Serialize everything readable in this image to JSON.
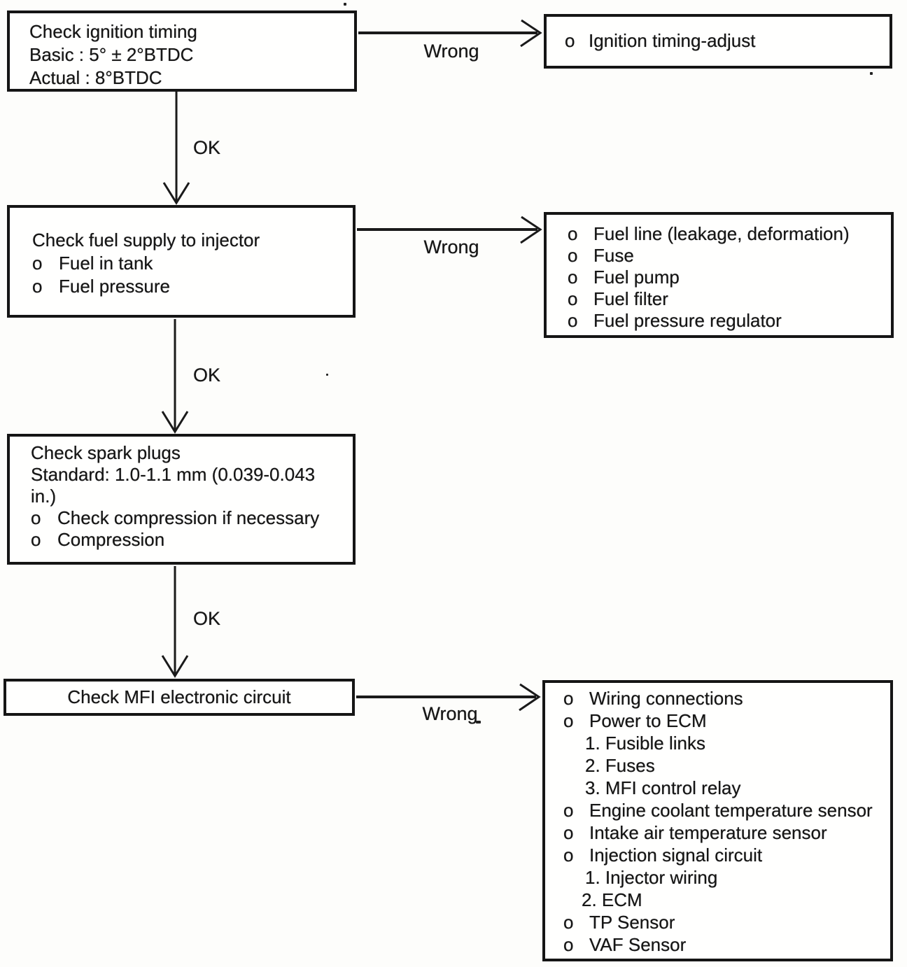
{
  "boxes": {
    "ignition": {
      "lines": [
        {
          "text": "Check ignition timing"
        },
        {
          "text": "Basic : 5° ± 2°BTDC"
        },
        {
          "text": "Actual : 8°BTDC"
        }
      ]
    },
    "ignition_fix": {
      "lines": [
        {
          "bullet": "o",
          "text": "Ignition timing-adjust"
        }
      ]
    },
    "fuel": {
      "lines": [
        {
          "text": "Check fuel supply to injector"
        },
        {
          "bullet": "o",
          "text": "Fuel in tank"
        },
        {
          "bullet": "o",
          "text": "Fuel pressure"
        }
      ]
    },
    "fuel_fix": {
      "lines": [
        {
          "bullet": "o",
          "text": "Fuel line (leakage, deformation)"
        },
        {
          "bullet": "o",
          "text": "Fuse"
        },
        {
          "bullet": "o",
          "text": "Fuel pump"
        },
        {
          "bullet": "o",
          "text": "Fuel filter"
        },
        {
          "bullet": "o",
          "text": "Fuel pressure regulator"
        }
      ]
    },
    "spark": {
      "lines": [
        {
          "text": "Check spark plugs"
        },
        {
          "text": "Standard: 1.0-1.1 mm (0.039-0.043 in.)"
        },
        {
          "bullet": "o",
          "text": "Check compression if necessary"
        },
        {
          "bullet": "o",
          "text": "Compression"
        }
      ]
    },
    "mfi": {
      "title": "Check MFI electronic circuit"
    },
    "mfi_fix": {
      "lines": [
        {
          "bullet": "o",
          "text": "Wiring connections"
        },
        {
          "bullet": "o",
          "text": "Power to ECM"
        },
        {
          "text": "1. Fusible links"
        },
        {
          "text": "2. Fuses"
        },
        {
          "text": "3. MFI control relay"
        },
        {
          "bullet": "o",
          "text": "Engine coolant temperature sensor"
        },
        {
          "bullet": "o",
          "text": "Intake air temperature sensor"
        },
        {
          "bullet": "o",
          "text": "Injection signal circuit"
        },
        {
          "text": "1. Injector wiring"
        },
        {
          "text": "2. ECM"
        },
        {
          "bullet": "o",
          "text": "TP Sensor"
        },
        {
          "bullet": "o",
          "text": "VAF Sensor"
        }
      ]
    }
  },
  "connectors": {
    "ignition_wrong": "Wrong",
    "ignition_ok": "OK",
    "fuel_wrong": "Wrong",
    "fuel_ok": "OK",
    "spark_ok": "OK",
    "mfi_wrong": "Wrong"
  },
  "ink_color": "#1a1a1a"
}
